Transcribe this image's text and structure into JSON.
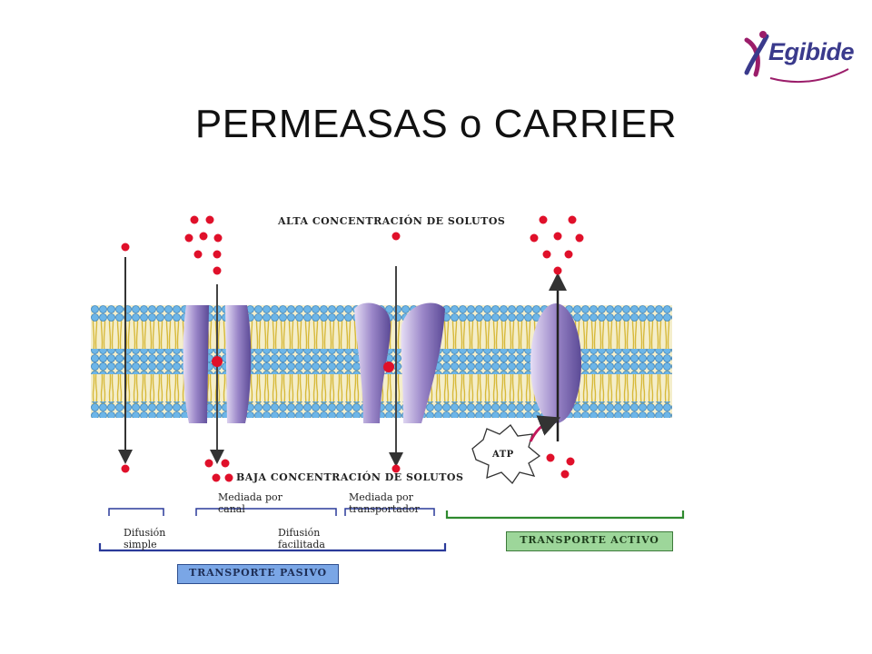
{
  "slide": {
    "title": "PERMEASAS o CARRIER"
  },
  "logo": {
    "text": "Egibide"
  },
  "diagram": {
    "top_label": "ALTA CONCENTRACIÓN DE SOLUTOS",
    "bottom_label": "BAJA CONCENTRACIÓN DE SOLUTOS",
    "atp_label": "ATP",
    "channel_label_line1": "Mediada por",
    "channel_label_line2": "canal",
    "carrier_label_line1": "Mediada por",
    "carrier_label_line2": "transportador",
    "simple_label_line1": "Difusión",
    "simple_label_line2": "simple",
    "facilitated_label_line1": "Difusión",
    "facilitated_label_line2": "facilitada",
    "passive_box": "TRANSPORTE PASIVO",
    "active_box": "TRANSPORTE ACTIVO",
    "colors": {
      "solute": "#e0102a",
      "lipid_head": "#6db6e8",
      "lipid_tail": "#e7d24a",
      "protein": "#9a86c8",
      "passive_bracket": "#2a3a9a",
      "active_bracket": "#2f8a2f"
    }
  }
}
